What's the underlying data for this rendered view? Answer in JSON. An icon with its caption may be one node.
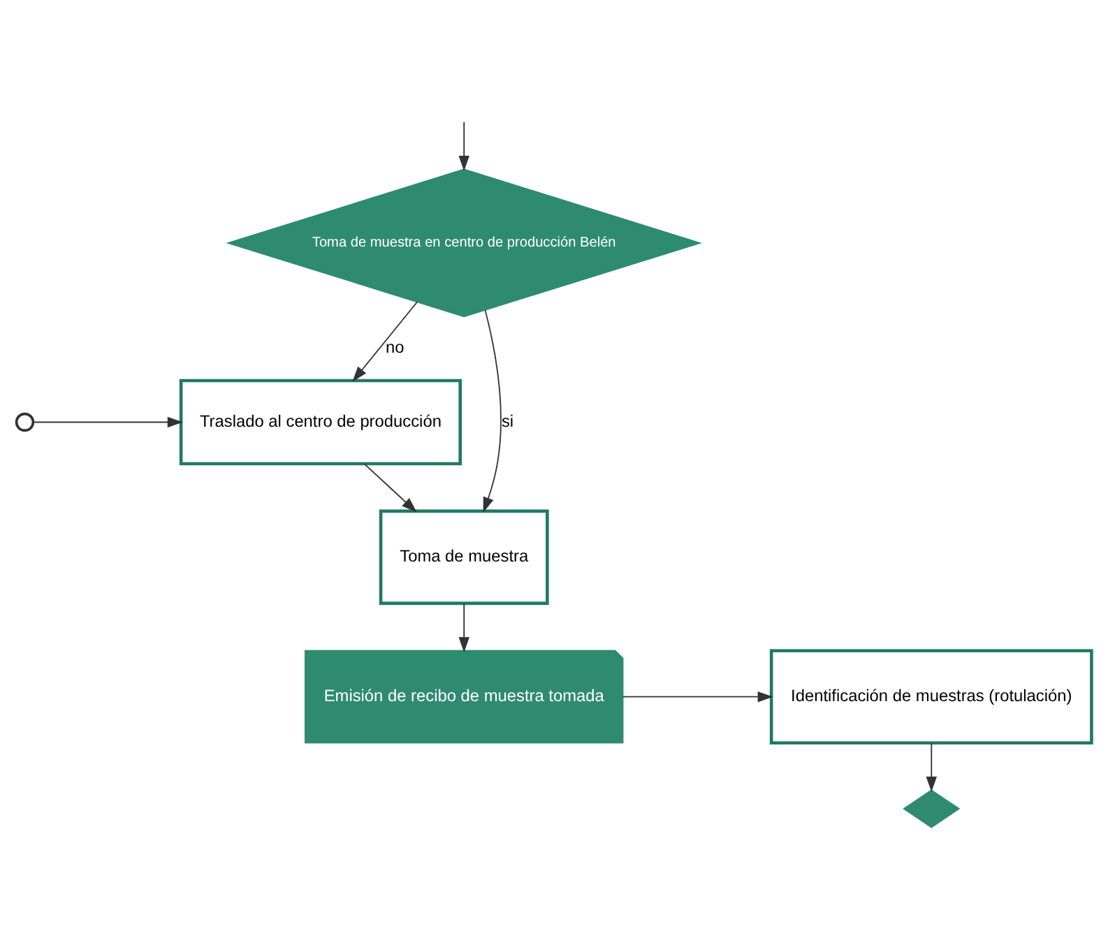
{
  "diagram": {
    "nodes": [
      {
        "text": [
          "Toma de muestra en centro de producción Belén"
        ]
      },
      {
        "text": [
          "Traslado al centro de producción"
        ]
      },
      {
        "text": [
          "Toma de muestra"
        ]
      },
      {
        "text": [
          "Emisión de recibo de muestra tomada"
        ]
      },
      {
        "text": [
          "Identificación de muestras (rotulación)"
        ]
      },
      {
        "text": [],
        "shape": "circle"
      },
      {
        "text": [],
        "shape": "diamond"
      }
    ],
    "edges": [
      {
        "from": null,
        "to": 0,
        "arrow": "to"
      },
      {
        "from": 0,
        "to": 2,
        "arrow": "to",
        "label": "si"
      },
      {
        "from": 0,
        "to": 1,
        "arrow": "to",
        "label": "no"
      },
      {
        "from": 5,
        "to": 1,
        "arrow": "to"
      },
      {
        "from": 1,
        "to": 2,
        "arrow": "to"
      },
      {
        "from": 2,
        "to": 3,
        "arrow": "to"
      },
      {
        "from": 3,
        "to": 4,
        "arrow": "to"
      },
      {
        "from": 4,
        "to": 6,
        "arrow": "to"
      }
    ]
  }
}
